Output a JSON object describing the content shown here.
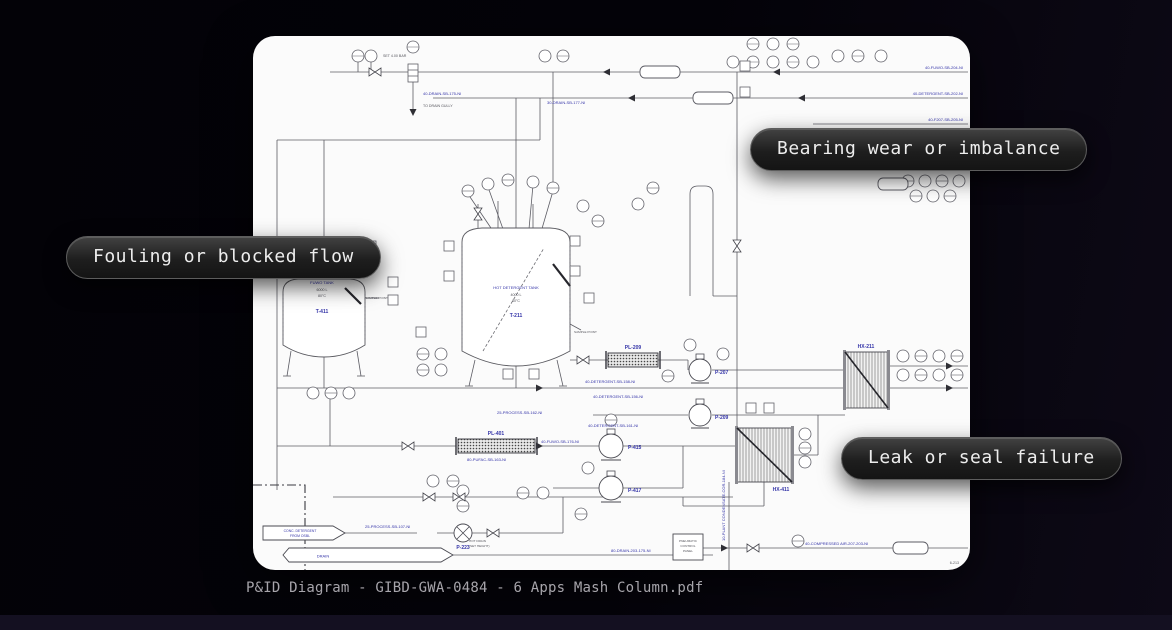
{
  "caption": "P&ID Diagram - GIBD-GWA-0484 - 6 Apps Mash Column.pdf",
  "callouts": {
    "fouling": "Fouling or blocked flow",
    "bearing": "Bearing wear or imbalance",
    "leak": "Leak or seal failure"
  },
  "diagram": {
    "tanks": [
      {
        "name": "FUWO TANK",
        "capacity": "6000 L",
        "temp": "80°C",
        "tag": "T-411"
      },
      {
        "name": "HOT DETERGENT TANK",
        "capacity": "4000 L",
        "temp": "80°C",
        "tag": "T-211"
      }
    ],
    "exchangers": [
      {
        "tag": "HX-211"
      },
      {
        "tag": "HX-411"
      }
    ],
    "strainers": [
      {
        "tag": "PL-209"
      },
      {
        "tag": "PL-401"
      }
    ],
    "pumps": [
      {
        "tag": "P-207"
      },
      {
        "tag": "P-209"
      },
      {
        "tag": "P-415"
      },
      {
        "tag": "P-417"
      },
      {
        "tag": "P-223"
      }
    ],
    "connectors": [
      {
        "label": "CONC. DETERGENT",
        "sub": "FROM OSBL"
      },
      {
        "label": "DRAIN"
      }
    ],
    "notes": {
      "set_pressure": "SET 4.00 BAR",
      "drain_gully": "TO DRAIN GULLY",
      "sample_point": "SAMPLE POINT",
      "hot_drain": "HOT DRAIN",
      "hot_drain_sub": "(SET HEIGHT)",
      "panel_l1": "PNEUMATIC",
      "panel_l2": "CONTROL",
      "panel_l3": "PANEL",
      "sheet_ref": "6-213"
    },
    "line_labels": [
      {
        "text": "40-DRAIN-SB-175-NI"
      },
      {
        "text": "40-FUWO-SB-204-NI"
      },
      {
        "text": "40-DETERGENT-SB-202-NI"
      },
      {
        "text": "40-F207-SB-205-NI"
      },
      {
        "text": "40-DETERGENT-SB-158-NI"
      },
      {
        "text": "40-DETERGENT-SB-156-NI"
      },
      {
        "text": "40-DETERGENT-SB-161-NI"
      },
      {
        "text": "25-PROCESS-SB-162-NI"
      },
      {
        "text": "40-FUWO-SB-176-NI"
      },
      {
        "text": "80-PUFAC-SB-163-NI"
      },
      {
        "text": "25-PROCESS-SB-107-NI"
      },
      {
        "text": "80-DRAIN-203-175-NI"
      },
      {
        "text": "40-COMPRESSED AIR-207-203-NI"
      },
      {
        "text": "10-PLANT CONDENSATE-COR-184-NI"
      },
      {
        "text": "30-DRAIN-SB-177-NI"
      }
    ]
  },
  "colors": {
    "accent_blue": "#3434a8",
    "pill_bg": "#1e1e1e",
    "canvas": "#fbfbfb"
  }
}
